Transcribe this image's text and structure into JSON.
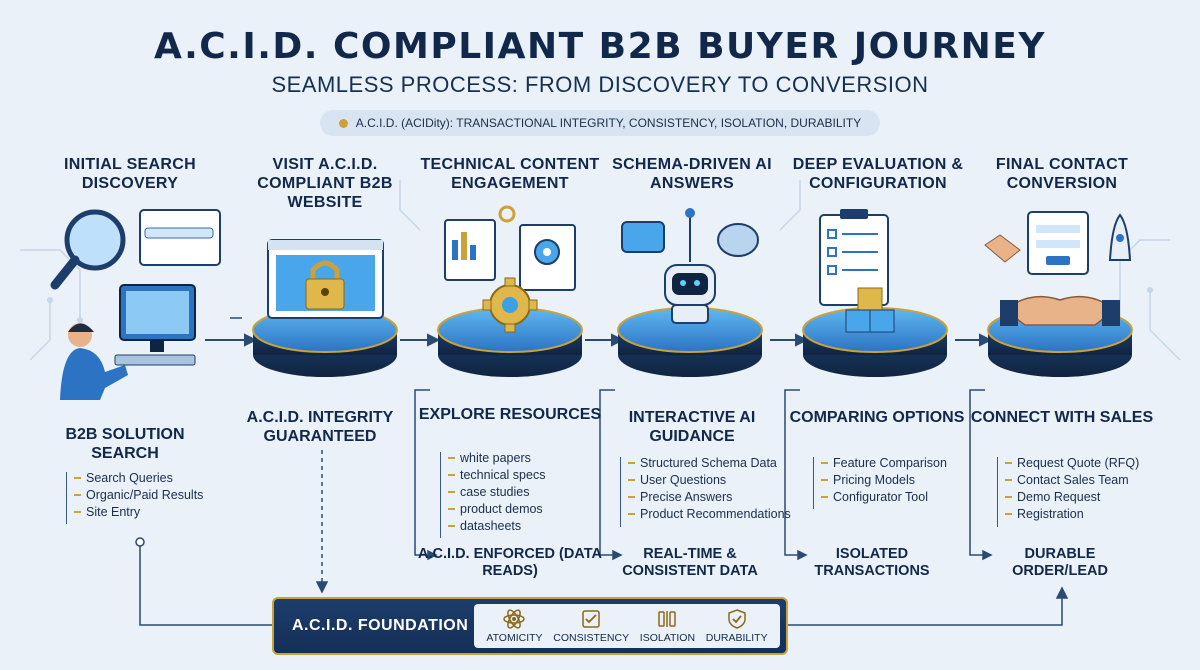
{
  "title": "A.C.I.D. COMPLIANT B2B BUYER JOURNEY",
  "subtitle": "SEAMLESS PROCESS: FROM DISCOVERY TO CONVERSION",
  "acid_definition": "A.C.I.D. (ACIDity): TRANSACTIONAL INTEGRITY, CONSISTENCY, ISOLATION, DURABILITY",
  "stages": [
    {
      "title": "INITIAL SEARCH DISCOVERY",
      "section": "B2B SOLUTION SEARCH",
      "items": [
        "Search Queries",
        "Organic/Paid Results",
        "Site Entry"
      ],
      "icon": "search-computer-icon"
    },
    {
      "title": "VISIT A.C.I.D. COMPLIANT B2B WEBSITE",
      "section": "A.C.I.D. INTEGRITY GUARANTEED",
      "icon": "padlock-icon"
    },
    {
      "title": "TECHNICAL CONTENT ENGAGEMENT",
      "section": "EXPLORE RESOURCES",
      "items": [
        "white papers",
        "technical specs",
        "case studies",
        "product demos",
        "datasheets"
      ],
      "bottom": "A.C.I.D. ENFORCED (DATA READS)",
      "icon": "gear-icon"
    },
    {
      "title": "SCHEMA-DRIVEN AI ANSWERS",
      "section": "INTERACTIVE AI GUIDANCE",
      "items": [
        "Structured Schema Data",
        "User Questions",
        "Precise Answers",
        "Product Recommendations"
      ],
      "bottom": "REAL-TIME & CONSISTENT DATA",
      "icon": "robot-icon"
    },
    {
      "title": "DEEP EVALUATION & CONFIGURATION",
      "section": "COMPARING OPTIONS",
      "items": [
        "Feature Comparison",
        "Pricing Models",
        "Configurator Tool"
      ],
      "bottom": "ISOLATED TRANSACTIONS",
      "icon": "cubes-icon"
    },
    {
      "title": "FINAL CONTACT CONVERSION",
      "section": "CONNECT WITH SALES",
      "items": [
        "Request Quote (RFQ)",
        "Contact Sales Team",
        "Demo Request",
        "Registration"
      ],
      "bottom": "DURABLE ORDER/LEAD",
      "icon": "handshake-icon"
    }
  ],
  "foundation": {
    "title": "A.C.I.D. FOUNDATION",
    "pillars": [
      "ATOMICITY",
      "CONSISTENCY",
      "ISOLATION",
      "DURABILITY"
    ]
  },
  "colors": {
    "navy": "#12284a",
    "gold": "#c9a23a",
    "screen_blue": "#3aa0e8",
    "background": "#eaf1f8"
  }
}
